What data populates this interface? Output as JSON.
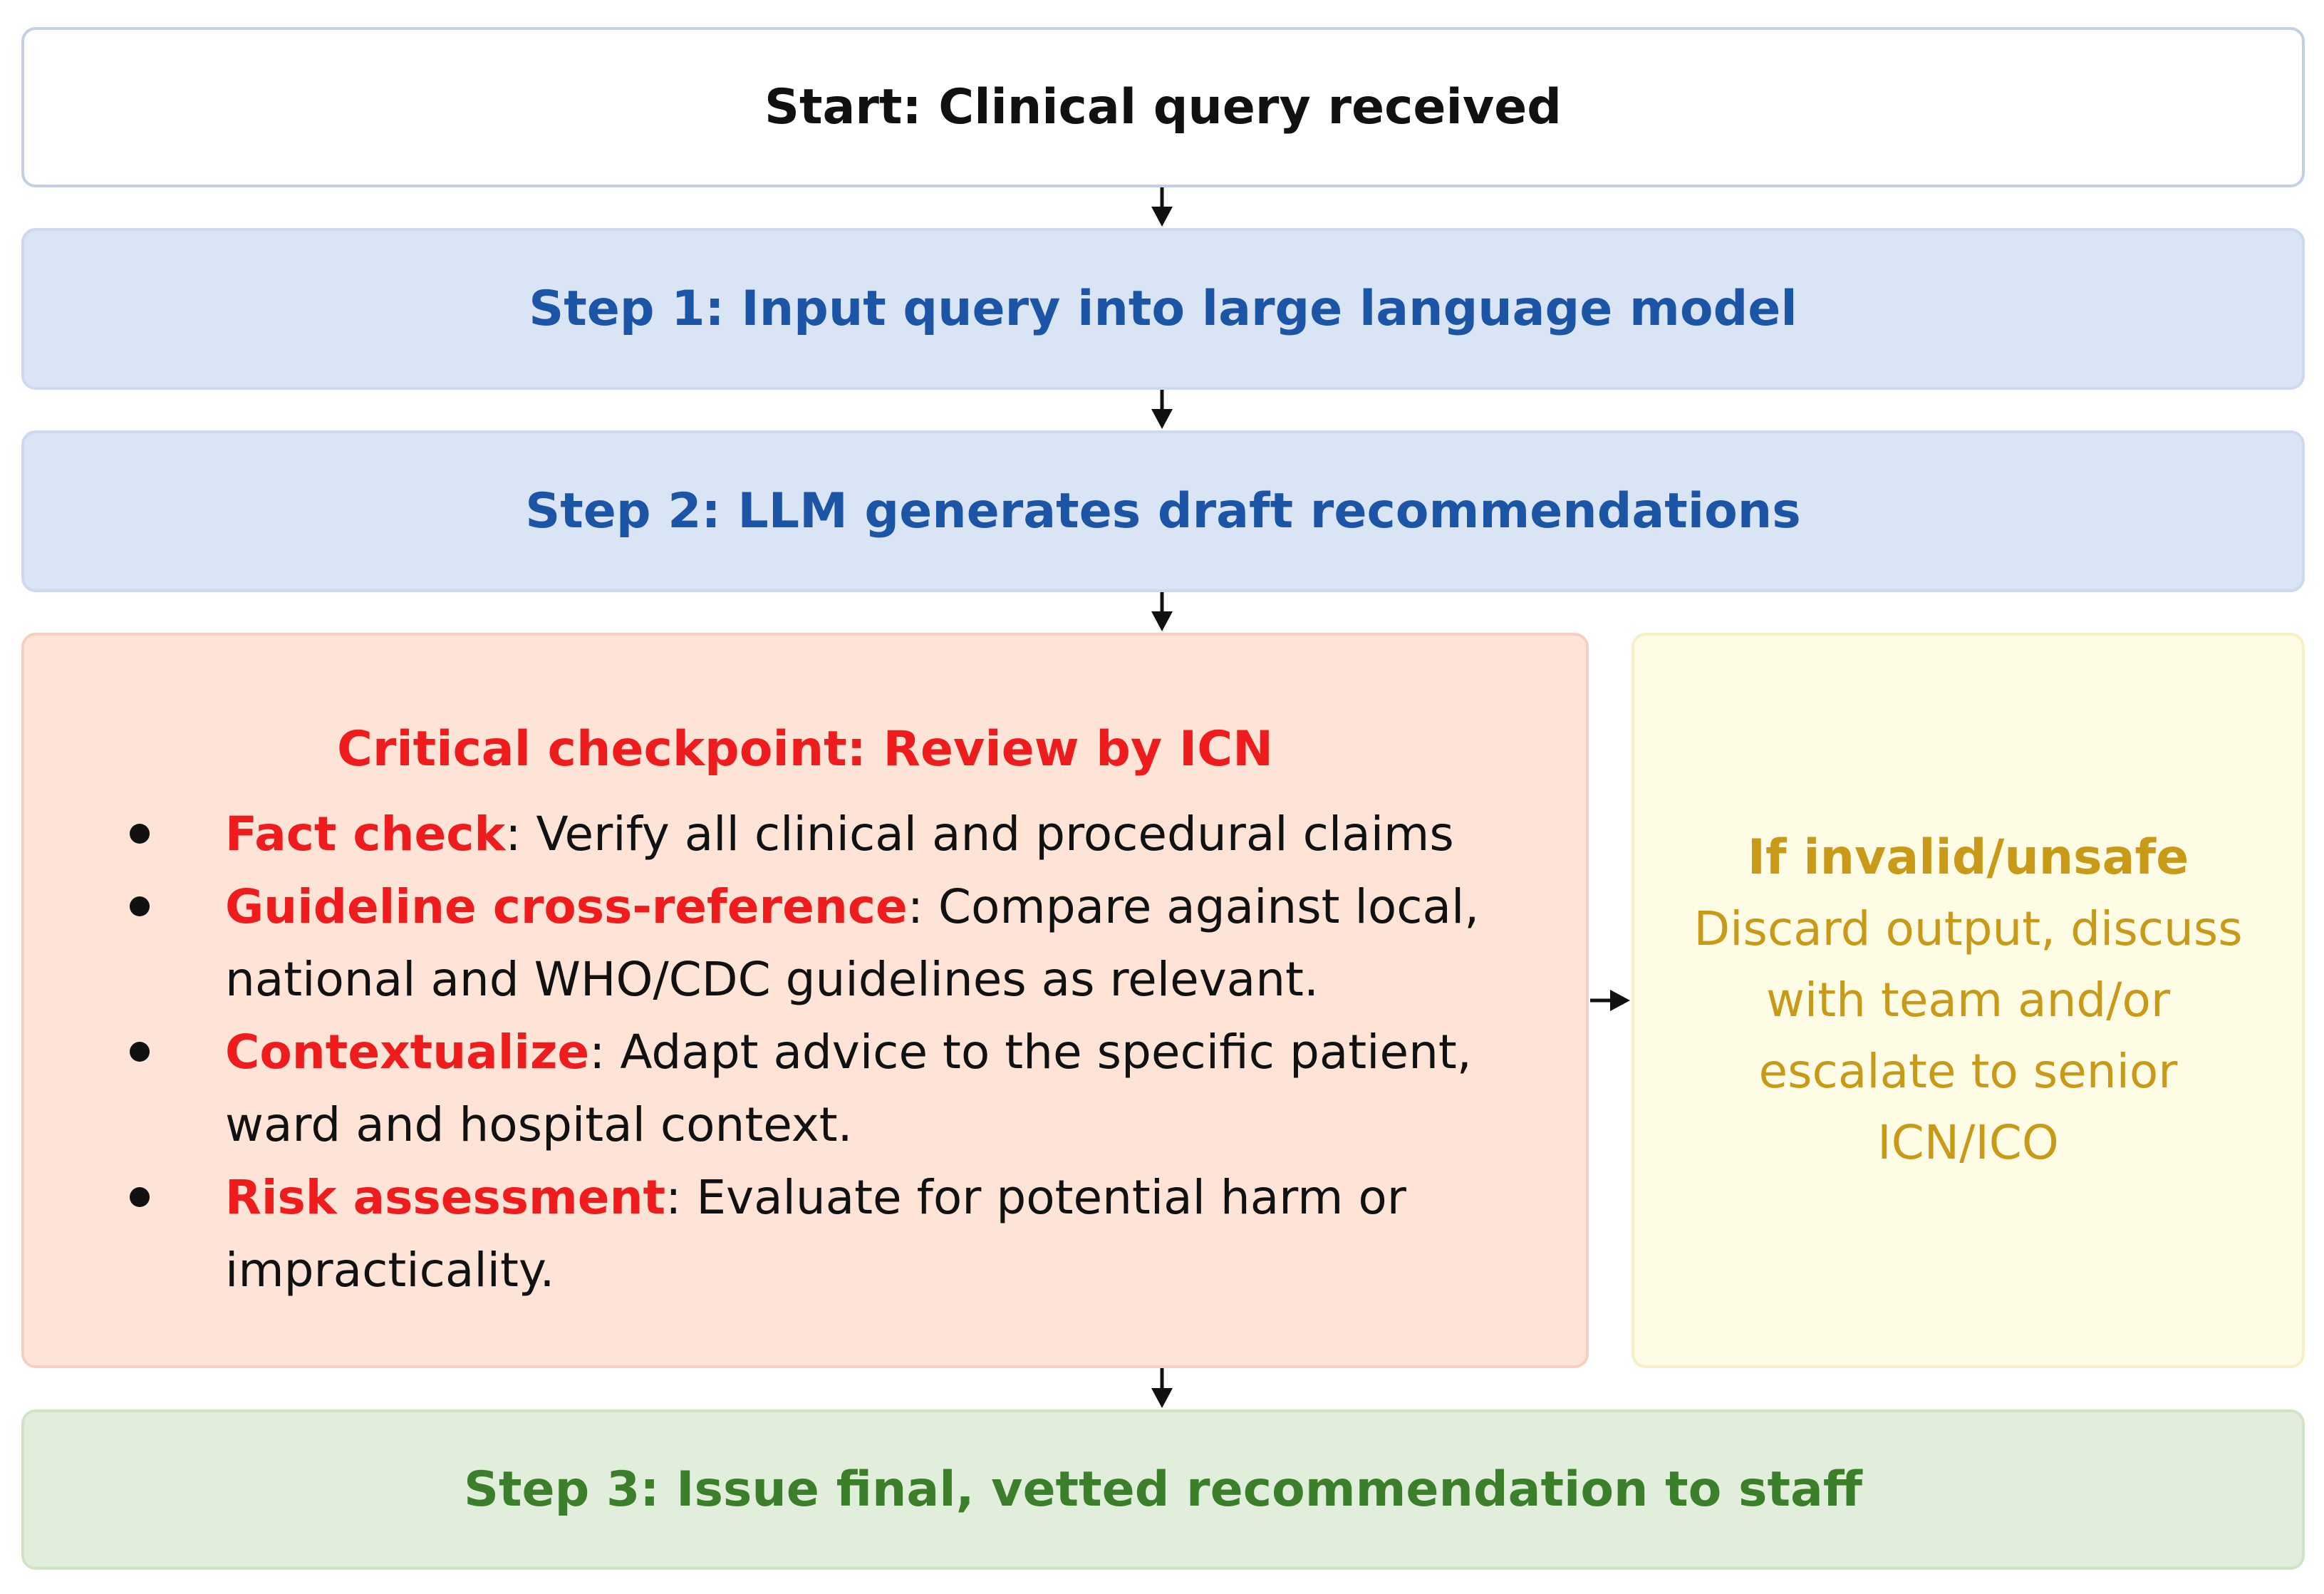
{
  "start": {
    "label": "Start: Clinical query received"
  },
  "step1": {
    "label": "Step 1: Input query into large language model"
  },
  "step2": {
    "label": "Step 2: LLM generates draft recommendations"
  },
  "review": {
    "title": "Critical checkpoint: Review by ICN",
    "items": [
      {
        "keyword": "Fact check",
        "text": ": Verify all clinical and procedural claims"
      },
      {
        "keyword": "Guideline cross-reference",
        "text": ": Compare against local, national and WHO/CDC guidelines as relevant."
      },
      {
        "keyword": "Contextualize",
        "text": ": Adapt advice to the specific patient, ward and hospital context."
      },
      {
        "keyword": "Risk assessment",
        "text": ": Evaluate for potential harm or impracticality."
      }
    ]
  },
  "invalid": {
    "heading": "If invalid/unsafe",
    "body": "Discard output, discuss with team and/or escalate to senior ICN/ICO"
  },
  "step3": {
    "label": "Step 3: Issue final, vetted recommendation to staff"
  },
  "colors": {
    "step_blue": "#1c55a5",
    "review_red": "#ee1c1c",
    "invalid_gold": "#c99a17",
    "step3_green": "#3c7f2a"
  }
}
